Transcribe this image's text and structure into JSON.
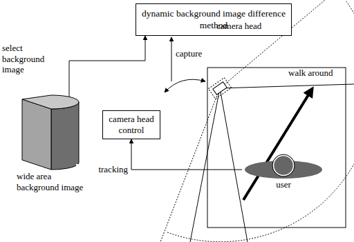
{
  "diagram": {
    "nodes": [
      {
        "text": [
          "dynamic background image difference method"
        ]
      },
      {
        "text": [
          "wide area background image"
        ]
      },
      {
        "text": [
          "camera head control"
        ]
      },
      {
        "text": [
          "user"
        ]
      }
    ],
    "edges": [
      {
        "from": 1,
        "to": 0,
        "label": "select background image",
        "arrow": "to"
      },
      {
        "from": 3,
        "to": 2,
        "label": "tracking",
        "arrow": "to"
      }
    ],
    "labels": [
      "capture",
      "camera head",
      "walk around"
    ]
  }
}
